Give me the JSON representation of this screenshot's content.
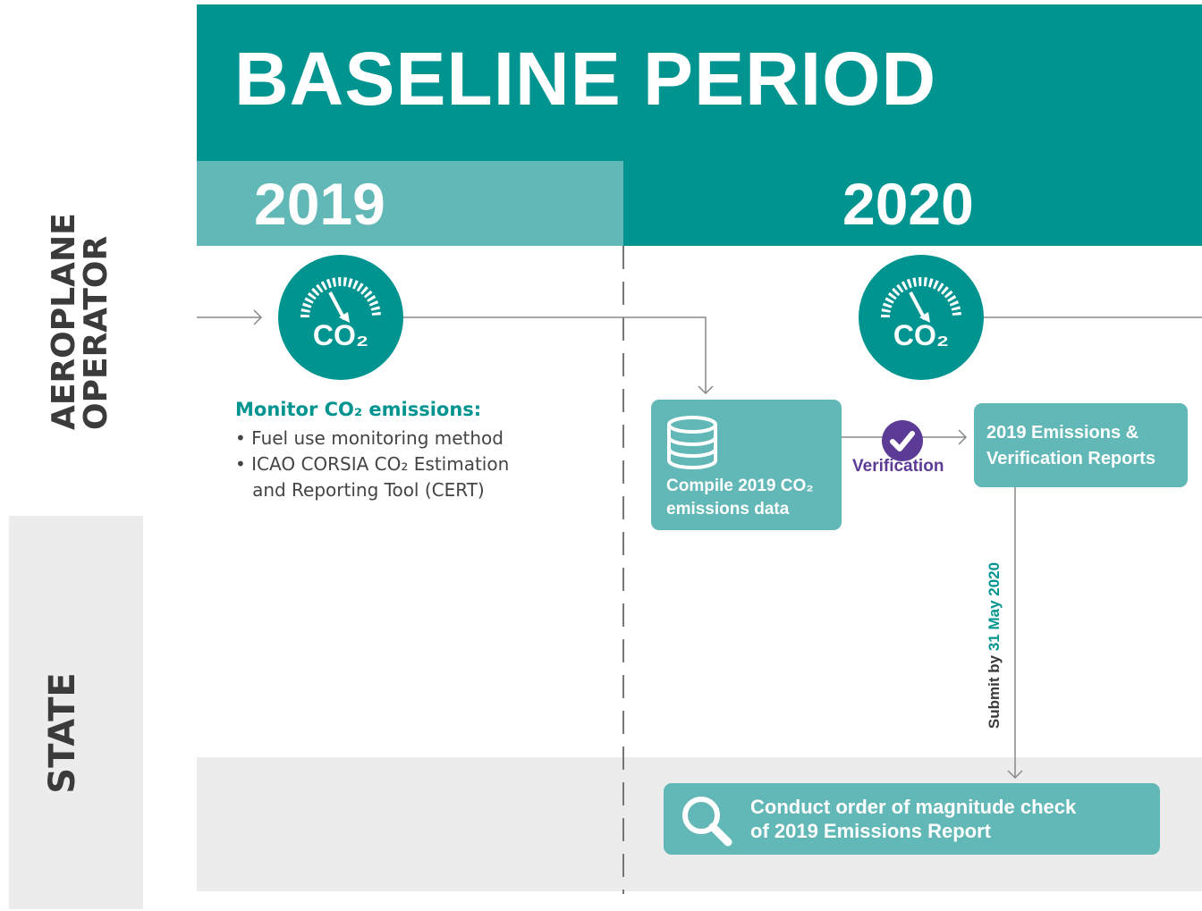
{
  "title": "BASELINE PERIOD",
  "years": [
    "2019",
    "2020"
  ],
  "lanes": {
    "operator": [
      "AEROPLANE",
      "OPERATOR"
    ],
    "state": "STATE"
  },
  "gauge_label": "CO₂",
  "monitor": {
    "title": "Monitor CO₂ emissions:",
    "items": [
      "• Fuel use monitoring method",
      "• ICAO CORSIA CO₂ Estimation",
      "   and Reporting Tool (CERT)"
    ]
  },
  "compile": {
    "lines": [
      "Compile 2019 CO₂",
      "emissions data"
    ]
  },
  "verification": "Verification",
  "reports": {
    "lines": [
      "2019 Emissions &",
      "Verification Reports"
    ]
  },
  "submit": {
    "prefix": "Submit by ",
    "date": "31 May 2020"
  },
  "check": {
    "lines": [
      "Conduct order of magnitude check",
      "of 2019 Emissions Report"
    ]
  },
  "colors": {
    "teal": "#009490",
    "light_teal": "#62b7b7",
    "purple": "#5c3b96",
    "grey_band": "#ececec"
  },
  "icons": [
    "gauge-icon",
    "database-icon",
    "checkmark-icon",
    "magnifier-icon"
  ]
}
